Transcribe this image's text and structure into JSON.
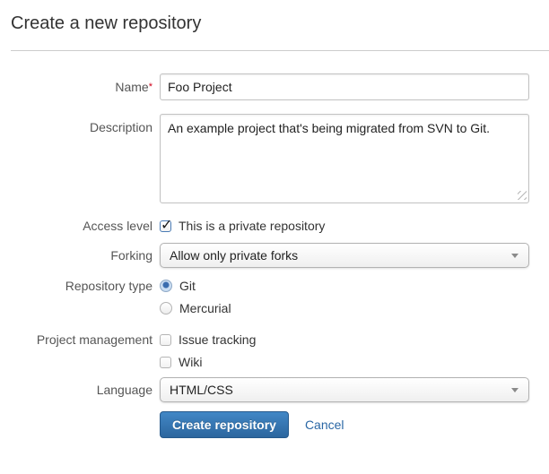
{
  "page": {
    "title": "Create a new repository"
  },
  "form": {
    "name": {
      "label": "Name",
      "required_marker": "*",
      "value": "Foo Project"
    },
    "description": {
      "label": "Description",
      "value": "An example project that's being migrated from SVN to Git."
    },
    "access_level": {
      "label": "Access level",
      "option_label": "This is a private repository",
      "checked": true
    },
    "forking": {
      "label": "Forking",
      "selected_option": "Allow only private forks"
    },
    "repository_type": {
      "label": "Repository type",
      "options": [
        {
          "label": "Git",
          "selected": true
        },
        {
          "label": "Mercurial",
          "selected": false
        }
      ]
    },
    "project_management": {
      "label": "Project management",
      "options": [
        {
          "label": "Issue tracking",
          "checked": false
        },
        {
          "label": "Wiki",
          "checked": false
        }
      ]
    },
    "language": {
      "label": "Language",
      "selected_option": "HTML/CSS"
    },
    "actions": {
      "submit_label": "Create repository",
      "cancel_label": "Cancel"
    }
  },
  "colors": {
    "title_text": "#333333",
    "label_text": "#555555",
    "divider": "#cccccc",
    "button_top": "#4187c6",
    "button_bottom": "#2c669e",
    "button_border": "#25598c",
    "link_blue": "#2a67a5",
    "required_red": "#d0021b",
    "radio_selected_blue": "#3a6cae"
  }
}
